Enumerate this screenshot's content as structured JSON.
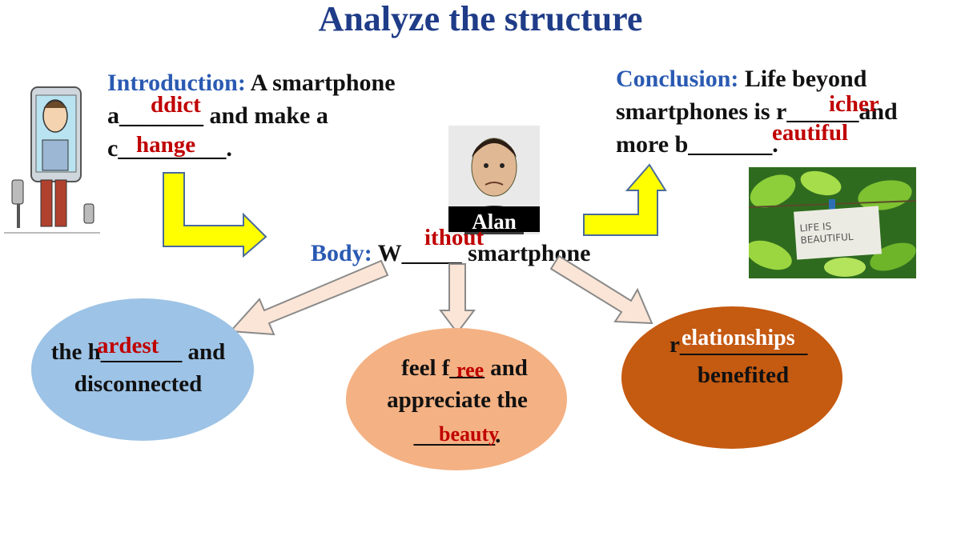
{
  "title": "Analyze the structure",
  "introduction": {
    "label": "Introduction:",
    "line1": "A smartphone",
    "line2": "a_______ and make a",
    "line3": "c_________.",
    "answer1": "ddict",
    "answer2": "hange"
  },
  "conclusion": {
    "label": "Conclusion:",
    "line1": "Life beyond",
    "line2": "smartphones is r______and",
    "line3": "more b_______.",
    "answer1": "icher",
    "answer2": "eautiful"
  },
  "body": {
    "label": "Body:",
    "text_before": "W",
    "blank": "_____",
    "text_after": "smartphone",
    "answer": "ithout"
  },
  "person": {
    "name": "Alan"
  },
  "photo": {
    "sign_line1": "LIFE IS",
    "sign_line2": "BEAUTIFUL"
  },
  "points": [
    {
      "line1": "the h_______ and",
      "line2": "disconnected",
      "answer": "ardest",
      "color": "#9dc3e6"
    },
    {
      "line1": "feel f___ and",
      "line2": "appreciate the",
      "line3": "_______.",
      "answer1": "ree",
      "answer2": "beauty",
      "color": "#f4b183"
    },
    {
      "line1": "r___________",
      "line2": "benefited",
      "answer": "elationships",
      "color": "#c55a11"
    }
  ],
  "colors": {
    "title": "#1f3c88",
    "label": "#2a5ab2",
    "answer": "#c00000",
    "arrow_yellow": "#ffff00",
    "arrow_peach": "#fbe5d6"
  }
}
